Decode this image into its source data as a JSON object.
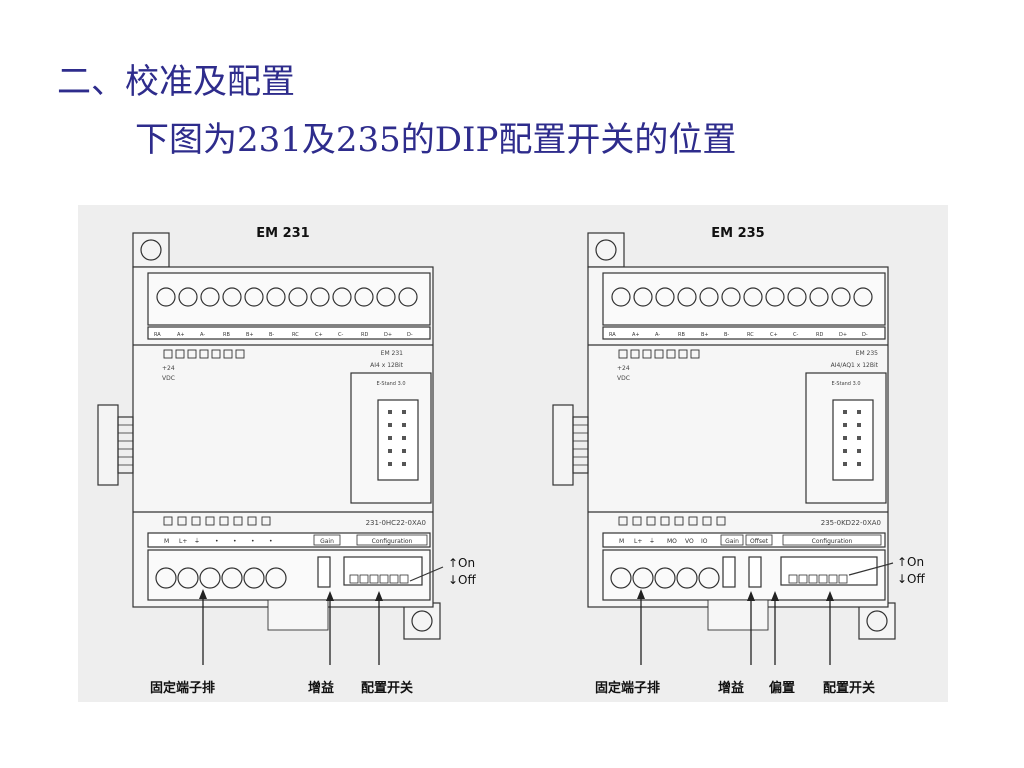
{
  "header": {
    "title": "二、校准及配置",
    "subtitle": "下图为231及235的DIP配置开关的位置"
  },
  "modules": [
    {
      "title": "EM 231",
      "model_label": "EM 231",
      "spec": "AI4 x 12Bit",
      "connector": "E-Stand 3.0",
      "order_no": "231-0HC22-0XA0",
      "top_terms": [
        "RA",
        "A+",
        "A-",
        "RB",
        "B+",
        "B-",
        "RC",
        "C+",
        "C-",
        "RD",
        "D+",
        "D-"
      ],
      "status_left": [
        "+24",
        "VDC"
      ],
      "bottom_terms": [
        "M",
        "L+",
        "⏚",
        "•",
        "•",
        "•",
        "•"
      ],
      "gain": "Gain",
      "config": "Configuration",
      "callouts": [
        "固定端子排",
        "增益",
        "配置开关"
      ]
    },
    {
      "title": "EM 235",
      "model_label": "EM 235",
      "spec": "AI4/AQ1 x 12Bit",
      "connector": "E-Stand 3.0",
      "order_no": "235-0KD22-0XA0",
      "top_terms": [
        "RA",
        "A+",
        "A-",
        "RB",
        "B+",
        "B-",
        "RC",
        "C+",
        "C-",
        "RD",
        "D+",
        "D-"
      ],
      "status_left": [
        "+24",
        "VDC"
      ],
      "bottom_terms": [
        "M",
        "L+",
        "⏚",
        "MO",
        "VO",
        "IO"
      ],
      "gain": "Gain",
      "offset": "Offset",
      "config": "Configuration",
      "callouts": [
        "固定端子排",
        "增益",
        "偏置",
        "配置开关"
      ]
    }
  ],
  "switch_labels": {
    "on": "↑On",
    "off": "↓Off"
  }
}
